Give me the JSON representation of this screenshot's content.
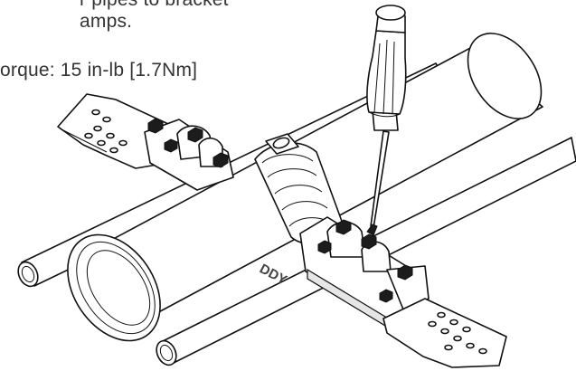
{
  "instructions": {
    "line1": "r pipes to bracket",
    "line2": "amps.",
    "torque": "orque: 15 in-lb [1.7Nm]"
  },
  "illustration": {
    "brand_mark": "DDY"
  }
}
